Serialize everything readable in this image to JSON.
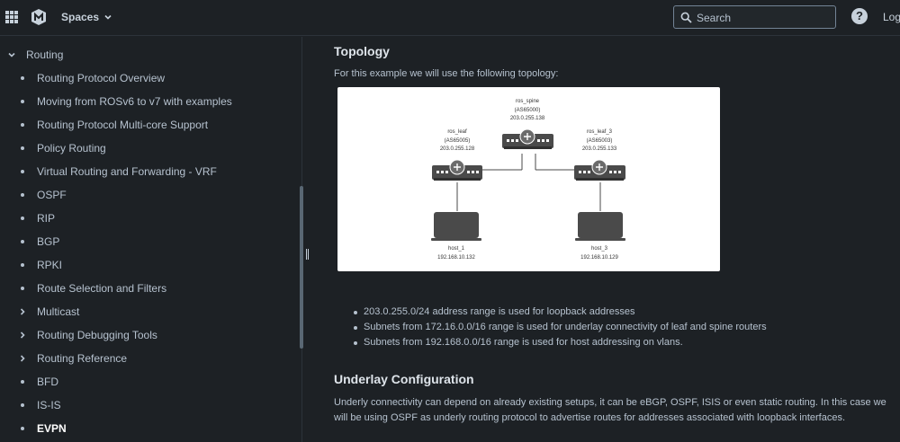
{
  "header": {
    "spaces_label": "Spaces",
    "search_placeholder": "Search",
    "help_label": "?",
    "login_label": "Log"
  },
  "sidebar": {
    "items": [
      {
        "label": "Routing",
        "marker": "chevron-down",
        "level": 0
      },
      {
        "label": "Routing Protocol Overview",
        "marker": "bullet",
        "level": 1
      },
      {
        "label": "Moving from ROSv6 to v7 with examples",
        "marker": "bullet",
        "level": 1
      },
      {
        "label": "Routing Protocol Multi-core Support",
        "marker": "bullet",
        "level": 1
      },
      {
        "label": "Policy Routing",
        "marker": "bullet",
        "level": 1
      },
      {
        "label": "Virtual Routing and Forwarding - VRF",
        "marker": "bullet",
        "level": 1
      },
      {
        "label": "OSPF",
        "marker": "bullet",
        "level": 1
      },
      {
        "label": "RIP",
        "marker": "bullet",
        "level": 1
      },
      {
        "label": "BGP",
        "marker": "bullet",
        "level": 1
      },
      {
        "label": "RPKI",
        "marker": "bullet",
        "level": 1
      },
      {
        "label": "Route Selection and Filters",
        "marker": "bullet",
        "level": 1
      },
      {
        "label": "Multicast",
        "marker": "chevron-right",
        "level": 1
      },
      {
        "label": "Routing Debugging Tools",
        "marker": "chevron-right",
        "level": 1
      },
      {
        "label": "Routing Reference",
        "marker": "chevron-right",
        "level": 1
      },
      {
        "label": "BFD",
        "marker": "bullet",
        "level": 1
      },
      {
        "label": "IS-IS",
        "marker": "bullet",
        "level": 1
      },
      {
        "label": "EVPN",
        "marker": "bullet",
        "level": 1,
        "active": true
      }
    ]
  },
  "main": {
    "topology_heading": "Topology",
    "topology_intro": "For this example we will use the following topology:",
    "diagram": {
      "spine": {
        "name": "ros_spine",
        "asn": "(AS65000)",
        "ip": "203.0.255.138"
      },
      "leaf1": {
        "name": "ros_leaf",
        "asn": "(AS65005)",
        "ip": "203.0.255.128"
      },
      "leaf3": {
        "name": "ros_leaf_3",
        "asn": "(AS65003)",
        "ip": "203.0.255.133"
      },
      "host1": {
        "name": "host_1",
        "ip": "192.168.10.132"
      },
      "host3": {
        "name": "host_3",
        "ip": "192.168.10.129"
      }
    },
    "bullets": [
      "203.0.255.0/24 address range is used for loopback addresses",
      "Subnets from 172.16.0.0/16 range is used for underlay connectivity of leaf and spine routers",
      "Subnets from 192.168.0.0/16 range is used for host addressing on vlans."
    ],
    "underlay_heading": "Underlay Configuration",
    "underlay_text": "Underly connectivity can depend on already existing setups, it can be eBGP, OSPF, ISIS or even static routing. In this case we will be using OSPF as underly routing protocol to advertise routes for addresses associated with loopback interfaces."
  },
  "colors": {
    "background": "#1d2125",
    "text": "#b6c2cf",
    "heading": "#dee4ea",
    "device": "#4a4a4a"
  }
}
